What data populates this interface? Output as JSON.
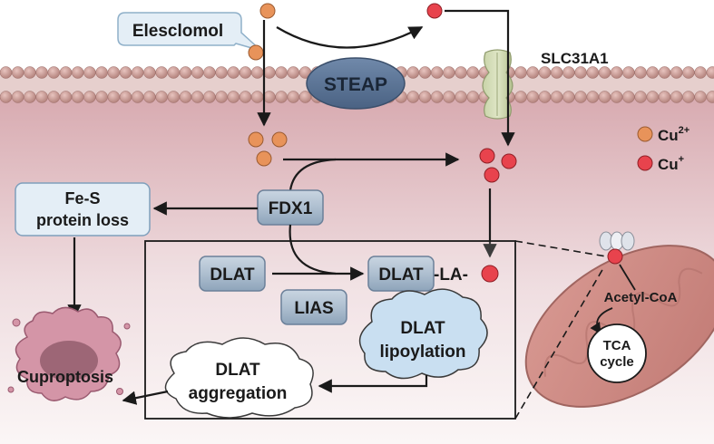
{
  "labels": {
    "elesclomol": "Elesclomol",
    "steap": "STEAP",
    "slc31a1": "SLC31A1",
    "fdx1": "FDX1",
    "fe_s_line1": "Fe-S",
    "fe_s_line2": "protein loss",
    "dlat": "DLAT",
    "dlat_la_main": "DLAT",
    "dlat_la_suffix": "-LA-",
    "lias": "LIAS",
    "lipoylation_line1": "DLAT",
    "lipoylation_line2": "lipoylation",
    "aggregation_line1": "DLAT",
    "aggregation_line2": "aggregation",
    "cuproptosis": "Cuproptosis",
    "acetyl_coa": "Acetyl-CoA",
    "tca_line1": "TCA",
    "tca_line2": "cycle"
  },
  "legend": {
    "cu2_base": "Cu",
    "cu2_sup": "2+",
    "cu1_base": "Cu",
    "cu1_sup": "+"
  },
  "colors": {
    "cu2": "#e8935a",
    "cu1": "#e8434d",
    "steap_fill": "#5b7494",
    "protein_box": "#a7b8ca",
    "membrane_bead": "#c9958e",
    "cytoplasm_top": "#d4a7ad",
    "mito": "#cf8f89"
  }
}
